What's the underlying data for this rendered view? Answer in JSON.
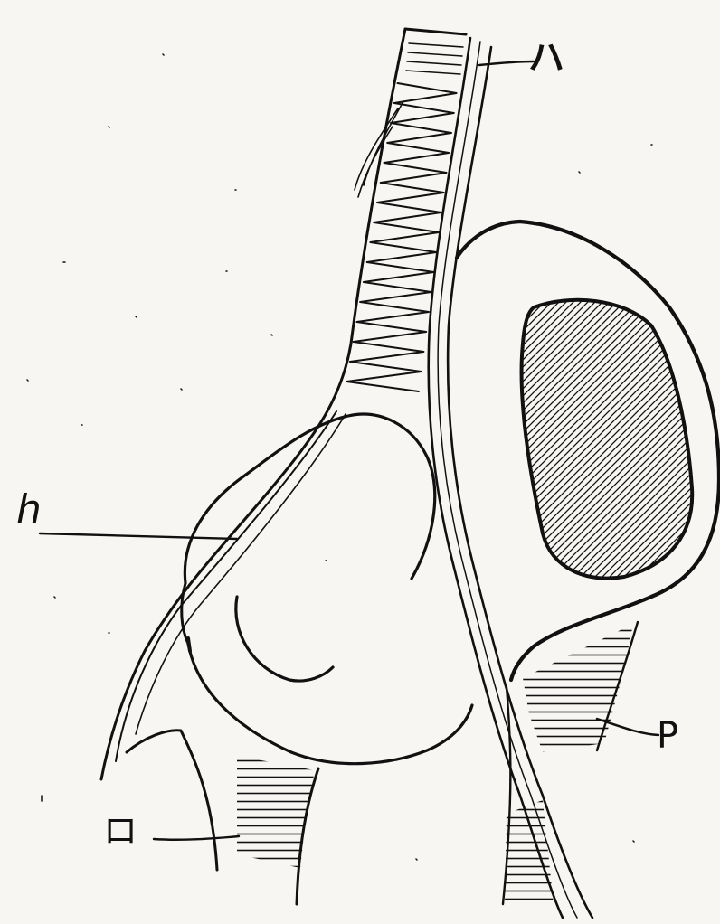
{
  "labels": {
    "top_right": "ハ",
    "left": "h",
    "right": "P",
    "bottom_left": "ロ"
  },
  "colors": {
    "ink": "#111111",
    "paper": "#f7f6f2"
  }
}
